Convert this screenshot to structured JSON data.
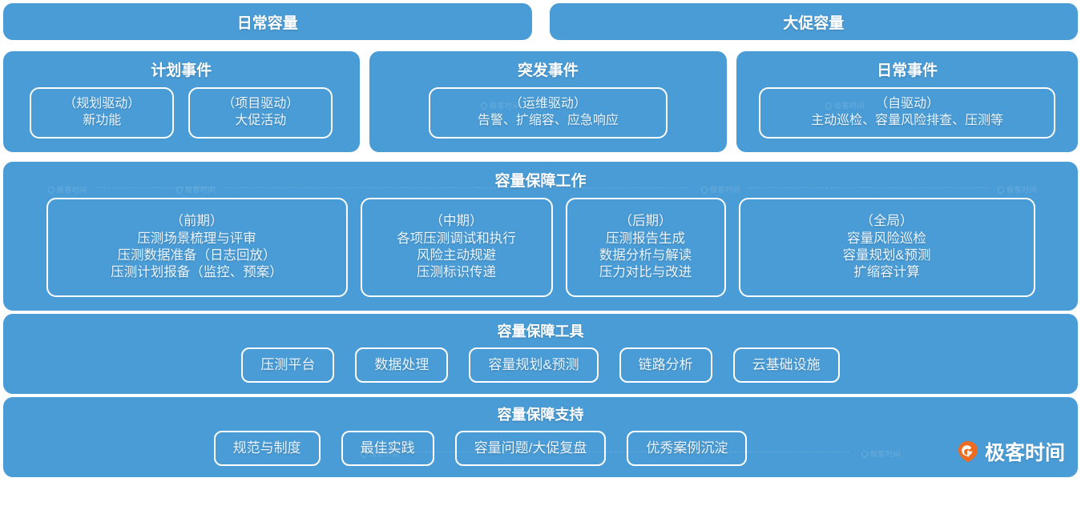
{
  "theme": {
    "band_color": "#4a9cd6",
    "page_background": "#ffffff",
    "pill_border_color": "#ffffff",
    "pill_text_color": "#eaf5fd",
    "brand_accent": "#f06b22"
  },
  "row_capacity": {
    "daily": "日常容量",
    "promo": "大促容量"
  },
  "row_events": {
    "cards": [
      {
        "title": "计划事件",
        "pills": [
          "（规划驱动）\n新功能",
          "（项目驱动）\n大促活动"
        ]
      },
      {
        "title": "突发事件",
        "pills": [
          "（运维驱动）\n告警、扩缩容、应急响应"
        ]
      },
      {
        "title": "日常事件",
        "pills": [
          "（自驱动）\n主动巡检、容量风险排查、压测等"
        ]
      }
    ]
  },
  "row_work": {
    "title": "容量保障工作",
    "pills": [
      "（前期）\n压测场景梳理与评审\n压测数据准备（日志回放）\n压测计划报备（监控、预案）",
      "（中期）\n各项压测调试和执行\n风险主动规避\n压测标识传递",
      "（后期）\n压测报告生成\n数据分析与解读\n压力对比与改进",
      "（全局）\n容量风险巡检\n容量规划&预测\n扩缩容计算"
    ]
  },
  "row_tools": {
    "title": "容量保障工具",
    "pills": [
      "压测平台",
      "数据处理",
      "容量规划&预测",
      "链路分析",
      "云基础设施"
    ]
  },
  "row_support": {
    "title": "容量保障支持",
    "pills": [
      "规范与制度",
      "最佳实践",
      "容量问题/大促复盘",
      "优秀案例沉淀"
    ]
  },
  "brand": {
    "name": "极客时间",
    "watermark_text": "极客时间"
  }
}
